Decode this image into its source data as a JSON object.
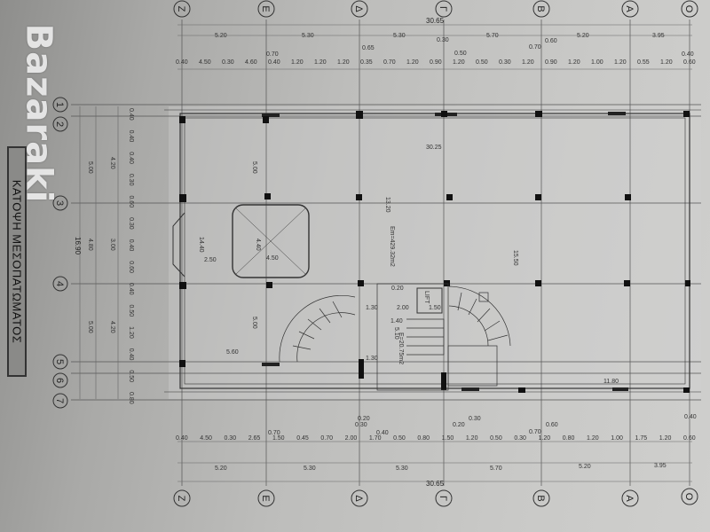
{
  "drawing_title": "ΚΑΤΟΨΗ ΜΕΣΟΠΑΤΩΜΑΤΟΣ",
  "watermark": "Bazaraki",
  "axes_columns": [
    "Z",
    "E",
    "Δ",
    "Γ",
    "B",
    "A",
    "O"
  ],
  "axes_rows": [
    "1",
    "2",
    "3",
    "4",
    "5",
    "6",
    "7"
  ],
  "total_width": "30.65",
  "total_depth": "16.90",
  "top_main_dims": [
    "5.20",
    "5.30",
    "5.30",
    "5.70",
    "5.20",
    "3.95"
  ],
  "top_sub_dims": [
    "0.40",
    "4.50",
    "0.30",
    "4.60",
    "0.40",
    "1.20",
    "1.20",
    "1.20",
    "0.35",
    "0.70",
    "1.20",
    "0.90",
    "1.20",
    "0.50",
    "0.30",
    "1.20",
    "0.90",
    "1.20",
    "1.00",
    "1.20",
    "0.55",
    "1.20",
    "0.60"
  ],
  "top_misc_dims": [
    "0.70",
    "0.65",
    "0.30",
    "0.50",
    "0.70",
    "0.60",
    "0.40"
  ],
  "bottom_main_dims": [
    "5.20",
    "5.30",
    "5.30",
    "5.70",
    "5.20",
    "3.95"
  ],
  "bottom_sub_dims": [
    "0.40",
    "4.50",
    "0.30",
    "2.65",
    "1.50",
    "0.45",
    "0.70",
    "2.00",
    "1.70",
    "0.50",
    "0.80",
    "1.50",
    "1.20",
    "0.50",
    "0.30",
    "1.20",
    "0.80",
    "1.20",
    "1.00",
    "1.75",
    "1.20",
    "0.60"
  ],
  "bottom_misc_dims": [
    "0.70",
    "0.20",
    "0.30",
    "0.40",
    "0.20",
    "0.30",
    "0.70",
    "0.60",
    "0.40"
  ],
  "left_dims_outer": [
    "5.00",
    "4.80",
    "5.00"
  ],
  "left_dims_inner": [
    "4.20",
    "3.00",
    "4.20"
  ],
  "left_small_dims": [
    "0.40",
    "0.40",
    "0.40",
    "0.30",
    "0.60",
    "0.30",
    "0.40",
    "0.60",
    "0.40",
    "0.50",
    "1.20",
    "0.40",
    "0.50",
    "0.80"
  ],
  "interior": {
    "area_main": "Em=429.32m2",
    "area_core": "E=20.75m2",
    "void_w": "4.50",
    "void_h": "4.40",
    "length_inner": "30.25",
    "length_lower": "11.80",
    "depth_mid": "15.50",
    "depth_left": "14.40",
    "dim_a": "5.00",
    "dim_b": "5.00",
    "dim_c": "2.50",
    "dim_d": "5.60",
    "dim_e": "13.20",
    "lift": "LIFT",
    "core_dims": [
      "1.30",
      "2.00",
      "1.50",
      "1.40",
      "5.10",
      "1.30",
      "0.20"
    ]
  }
}
